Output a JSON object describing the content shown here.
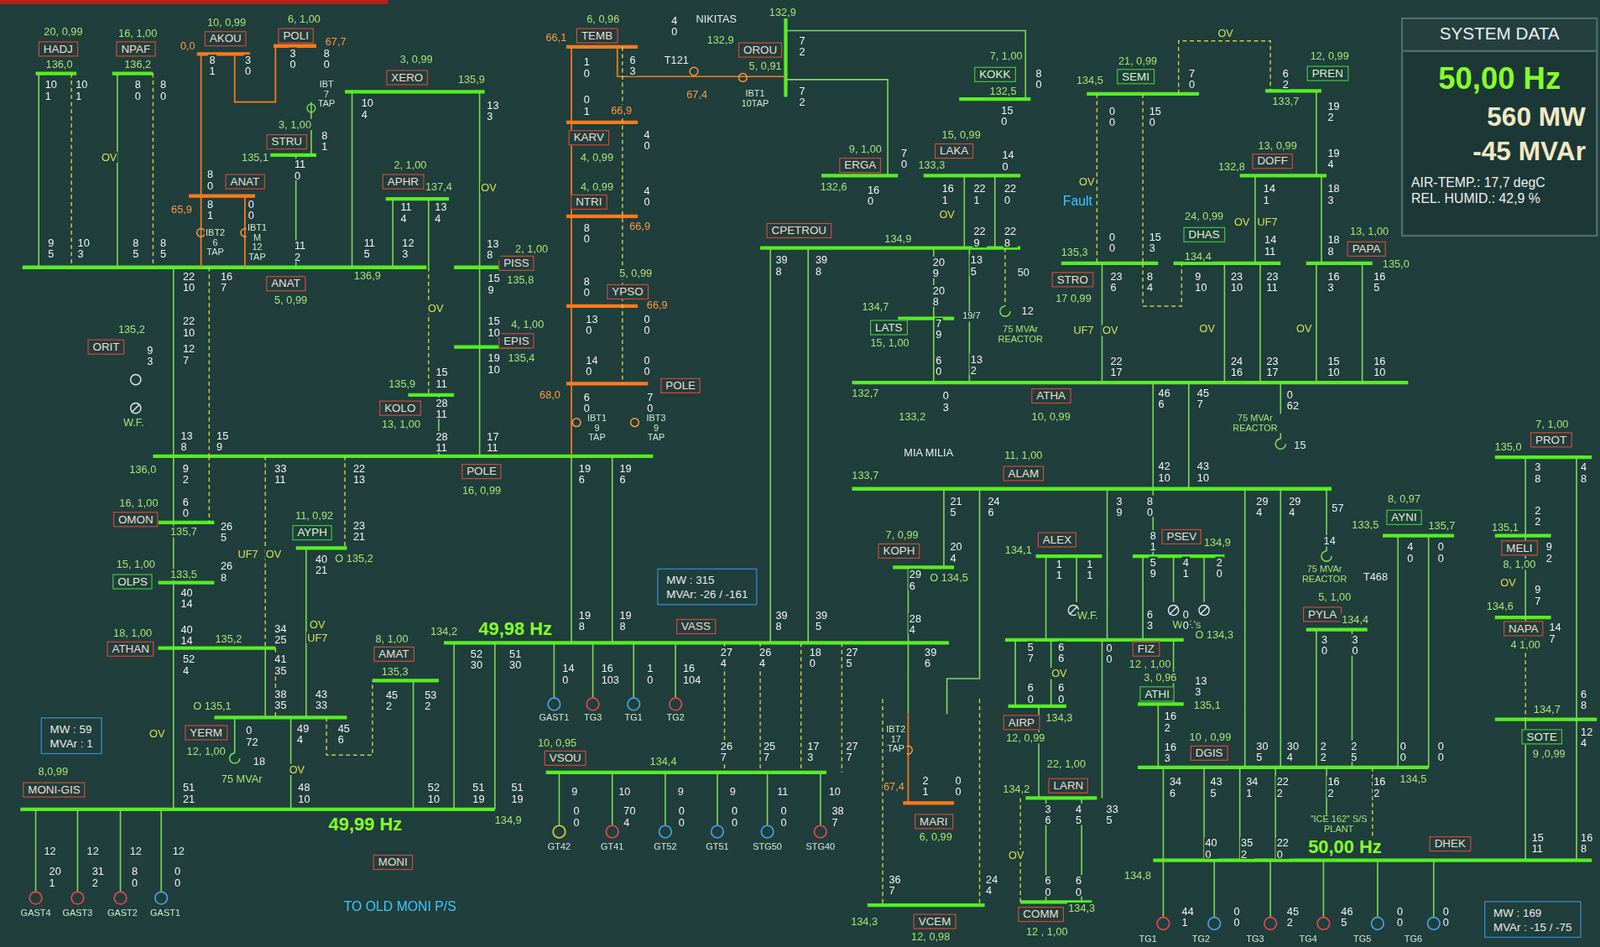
{
  "diagram": {
    "nodes": [
      {
        "text": [
          "HADJ"
        ]
      },
      {
        "text": [
          "NPAF"
        ]
      },
      {
        "text": [
          "AKOU"
        ]
      },
      {
        "text": [
          "POLI"
        ]
      },
      {
        "text": [
          "XERO"
        ]
      },
      {
        "text": [
          "TEMB"
        ]
      },
      {
        "text": [
          "OROU"
        ]
      },
      {
        "text": [
          "KOKK"
        ]
      },
      {
        "text": [
          "SEMI"
        ]
      },
      {
        "text": [
          "PREN"
        ]
      },
      {
        "text": [
          "STRU"
        ]
      },
      {
        "text": [
          "ANAT"
        ]
      },
      {
        "text": [
          "APHR"
        ]
      },
      {
        "text": [
          "KARV"
        ]
      },
      {
        "text": [
          "NTRI"
        ]
      },
      {
        "text": [
          "ERGA"
        ]
      },
      {
        "text": [
          "LAKA"
        ]
      },
      {
        "text": [
          "DOFF"
        ]
      },
      {
        "text": [
          "DHAS"
        ]
      },
      {
        "text": [
          "PAPA"
        ]
      },
      {
        "text": [
          "CPETROU"
        ]
      },
      {
        "text": [
          "PISS"
        ]
      },
      {
        "text": [
          "EPIS"
        ]
      },
      {
        "text": [
          "YPSO"
        ]
      },
      {
        "text": [
          "STRO"
        ]
      },
      {
        "text": [
          "LATS"
        ]
      },
      {
        "text": [
          "ANAT"
        ]
      },
      {
        "text": [
          "ORIT"
        ]
      },
      {
        "text": [
          "KOLO"
        ]
      },
      {
        "text": [
          "POLE"
        ]
      },
      {
        "text": [
          "ATHA"
        ]
      },
      {
        "text": [
          "POLE"
        ]
      },
      {
        "text": [
          "ALAM"
        ]
      },
      {
        "text": [
          "OMON"
        ]
      },
      {
        "text": [
          "AYPH"
        ]
      },
      {
        "text": [
          "AYNI"
        ]
      },
      {
        "text": [
          "OLPS"
        ]
      },
      {
        "text": [
          "KOPH"
        ]
      },
      {
        "text": [
          "ALEX"
        ]
      },
      {
        "text": [
          "PSEV"
        ]
      },
      {
        "text": [
          "PROT"
        ]
      },
      {
        "text": [
          "MELI"
        ]
      },
      {
        "text": [
          "PYLA"
        ]
      },
      {
        "text": [
          "ATHAN"
        ]
      },
      {
        "text": [
          "AMAT"
        ]
      },
      {
        "text": [
          "VASS"
        ]
      },
      {
        "text": [
          "MW : 315",
          "MVAr: -26 / -161"
        ]
      },
      {
        "text": [
          "NAPA"
        ]
      },
      {
        "text": [
          "FIZ"
        ]
      },
      {
        "text": [
          "ATHI"
        ]
      },
      {
        "text": [
          "YERM"
        ]
      },
      {
        "text": [
          "AIRP"
        ]
      },
      {
        "text": [
          "SOTE"
        ]
      },
      {
        "text": [
          "DGIS"
        ]
      },
      {
        "text": [
          "VSOU"
        ]
      },
      {
        "text": [
          "MW : 59",
          "MVAr : 1"
        ]
      },
      {
        "text": [
          "LARN"
        ]
      },
      {
        "text": [
          "MONI-GIS"
        ]
      },
      {
        "text": [
          "MARI"
        ]
      },
      {
        "text": [
          "DHEK"
        ]
      },
      {
        "text": [
          "MONI"
        ]
      },
      {
        "text": [
          "COMM"
        ]
      },
      {
        "text": [
          "VCEM"
        ]
      },
      {
        "text": [
          "MW : 169",
          "MVAr : -15 / -75"
        ]
      },
      {
        "text": [
          "SYSTEM DATA",
          "50,00 Hz",
          "560 MW",
          "-45 MVAr",
          "AIR-TEMP.: 17,7 degC",
          "REL. HUMID.: 42,9 %"
        ]
      }
    ],
    "labels": [
      "20, 0,99",
      "136,0",
      "10 1",
      "10 1",
      "16, 1,00",
      "136,2",
      "8 0",
      "8 0",
      "10, 0,99",
      "0,0",
      "8 1",
      "3 0",
      "6, 1,00",
      "67,7",
      "3 0",
      "8 0",
      "IBT 7 TAP",
      "3, 1,00",
      "135,1",
      "11 0",
      "8 1",
      "8 0",
      "65,9",
      "8 1",
      "0 0",
      "IBT2 6 TAP",
      "IBT1 M 12 TAP",
      "11 2",
      "OV",
      "9 5",
      "10 3",
      "8 5",
      "8 5",
      "11 5",
      "12 3",
      "136,9",
      "3, 0,99",
      "135,9",
      "10 4",
      "13 3",
      "2, 1,00",
      "137,4",
      "11 4",
      "13 4",
      "OV",
      "5, 0,99",
      "22 10",
      "16 7",
      "2, 1,00",
      "13 8",
      "135,8",
      "15 9",
      "4, 1,00",
      "15 10",
      "135,4",
      "19 10",
      "OV",
      "135,9",
      "15 11",
      "13, 1,00",
      "28 11",
      "136,0",
      "13 8",
      "15 9",
      "28 11",
      "17 11",
      "16, 0,99",
      "135,2",
      "9 3",
      "W.F.",
      "22 10",
      "12 7",
      "6, 0,96",
      "66,1",
      "1 0",
      "6 3",
      "NIKITAS",
      "4 0",
      "132,9",
      "T121",
      "67,4",
      "IBT1 10TAP",
      "5, 0,91",
      "7 2",
      "7 2",
      "132,9",
      "66,9",
      "0 1",
      "4, 0,99",
      "4 0",
      "4, 0,99",
      "66,9",
      "8 0",
      "4 0",
      "5, 0,99",
      "66,9",
      "8 0",
      "13 0",
      "0 0",
      "68,0",
      "14 0",
      "0 0",
      "6 0",
      "7 0",
      "IBT1 9 TAP",
      "IBT3 9 TAP",
      "19 6",
      "19 6",
      "134,9",
      "39 8",
      "39 8",
      "9, 1,00",
      "132,6",
      "16 0",
      "7 0",
      "15, 0,99",
      "133,3",
      "16 1",
      "22 1",
      "22 0",
      "14 0",
      "OV",
      "22 9",
      "22 8",
      "7, 1,00",
      "132,5",
      "8 0",
      "15 0",
      "134,7",
      "15, 1,00",
      "20 9",
      "20 8",
      "7 9",
      "6 0",
      "13 5",
      "50",
      "19/7",
      "13 2",
      "12",
      "75 MVAr REACTOR",
      "132,7",
      "10, 0,99",
      "0 3",
      "133,2",
      "MIA MILIA",
      "46 6",
      "45 7",
      "0 62",
      "75 MVAr REACTOR",
      "15",
      "21, 0,99",
      "134,5",
      "0 0",
      "15 0",
      "7 0",
      "OV",
      "12, 0,99",
      "133,7",
      "6 2",
      "19 2",
      "19 4",
      "13, 0,99",
      "132,8",
      "14 1",
      "18 3",
      "OV",
      "UF7",
      "14 11",
      "18 8",
      "24, 0,99",
      "134,4",
      "9 10",
      "23 10",
      "23 11",
      "13, 1,00",
      "135,0",
      "16 3",
      "16 5",
      "OV",
      "15 10",
      "16 10",
      "135,3",
      "17 0,99",
      "23 6",
      "8 4",
      "0 0",
      "15 3",
      "Fault",
      "OV",
      "UF7",
      "OV",
      "22 17",
      "OV",
      "24 16",
      "23 17",
      "133,7",
      "11, 1,00",
      "42 10",
      "43 10",
      "21 5",
      "24 6",
      "3 9",
      "8 0",
      "29 4",
      "29 4",
      "57",
      "7, 0,99",
      "20 4",
      "29 6",
      "O 134,5",
      "28 4",
      "134,1",
      "1 1",
      "1 1",
      "W.F.",
      "8 1",
      "134,9",
      "5 9",
      "4 1",
      "2 0",
      "W.F.'s",
      "14",
      "75 MVAr REACTOR",
      "8, 0,97",
      "133,5",
      "135,7",
      "T468",
      "4 0",
      "0 0",
      "5, 1,00",
      "134,4",
      "3 0",
      "3 0",
      "7, 1,00",
      "135,0",
      "3 8",
      "4 8",
      "2 2",
      "135,1",
      "8, 1,00",
      "9 2",
      "OV",
      "9 7",
      "134,6",
      "4 1,00",
      "14 7",
      "134,7",
      "9 ,0,99",
      "6 8",
      "12 4",
      "15 11",
      "16 8",
      "134,2",
      "49,98 Hz",
      "39 8",
      "39 5",
      "19 8",
      "19 8",
      "39 6",
      "52 30",
      "51 30",
      "14 0",
      "16 103",
      "1 0",
      "16 104",
      "27 4",
      "26 4",
      "18 0",
      "27 5",
      "GAST1",
      "TG3",
      "TG1",
      "TG2",
      "10, 0,95",
      "134,4",
      "26 7",
      "25 7",
      "17 3",
      "27 7",
      "9",
      "0 0",
      "10",
      "70 4",
      "9",
      "0 0",
      "9",
      "0 0",
      "11",
      "0 0",
      "10",
      "38 7",
      "GT42",
      "GT41",
      "GT52",
      "GT51",
      "STG50",
      "STG40",
      "49,99 Hz",
      "134,9",
      "8,0,99",
      "TO OLD MONI P/S",
      "GAST4",
      "GAST3",
      "GAST2",
      "GAST1",
      "12",
      "12",
      "12",
      "12",
      "20 1",
      "31 2",
      "8 0",
      "0 0",
      "51 21",
      "48 10",
      "52 10",
      "51 19",
      "51 19",
      "9 2",
      "33 11",
      "22 13",
      "16, 1,00",
      "135,7",
      "6 0",
      "26 5",
      "26 8",
      "15, 1,00",
      "133,5",
      "40 14",
      "40 14",
      "18, 1,00",
      "135,2",
      "52 4",
      "34 25",
      "41 35",
      "UF7",
      "OV",
      "11, 0,92",
      "40 21",
      "O 135,2",
      "23 21",
      "OV",
      "UF7",
      "OV",
      "O 135,1",
      "38 35",
      "43 33",
      "12, 1,00",
      "0 72",
      "18",
      "75 MVAr",
      "49 4",
      "45 6",
      "OV",
      "8, 1,00",
      "135,3",
      "45 2",
      "53 2",
      "22, 1,00",
      "134,2",
      "3 6",
      "4 5",
      "33 5",
      "OV",
      "6 0",
      "6 0",
      "134,3",
      "12 , 1,00",
      "12, 0,99",
      "134,3",
      "5 7",
      "6 6",
      "OV",
      "6 0",
      "6 0",
      "0 0",
      "12 , 1,00",
      "O 134,3",
      "6 3",
      "0 0",
      "3, 0,96",
      "135,1",
      "13 3",
      "16 2",
      "16 3",
      "10 , 0,99",
      "134,5",
      "30 5",
      "30 4",
      "2 2",
      "2 5",
      "0 0",
      "0 0",
      "34 6",
      "43 5",
      "34 1",
      "22 2",
      "16 2",
      "16 2",
      "\"ICE 162\" S/S PLANT",
      "50,00 Hz",
      "134,8",
      "40 0",
      "35 2",
      "22 0",
      "44 1",
      "0 0",
      "45 2",
      "46 5",
      "0 0",
      "0 0",
      "TG1",
      "TG2",
      "TG3",
      "TG4",
      "TG5",
      "TG6",
      "12, 0,98",
      "134,3",
      "36 7",
      "24 4",
      "6, 0,99",
      "67,4",
      "IBT2 17 TAP",
      "2 1",
      "0 0"
    ]
  }
}
